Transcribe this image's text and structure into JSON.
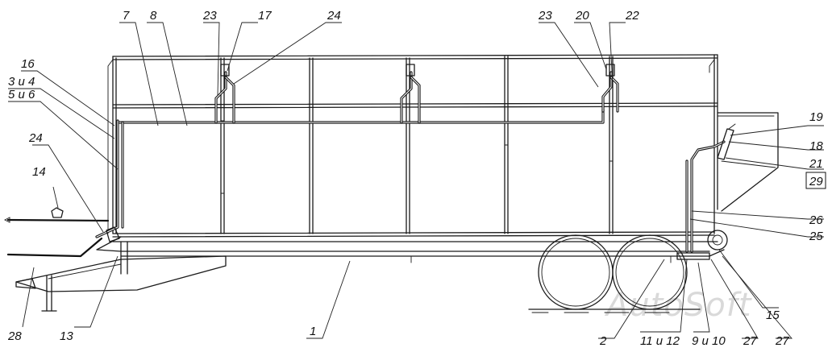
{
  "watermark": "AutoSoft",
  "callouts": {
    "c7": "7",
    "c8": "8",
    "c23a": "23",
    "c17": "17",
    "c24a": "24",
    "c23b": "23",
    "c20": "20",
    "c22": "22",
    "c16": "16",
    "c3i4": "3 и 4",
    "c5i6": "5 и 6",
    "c24b": "24",
    "c14": "14",
    "c19": "19",
    "c18": "18",
    "c21": "21",
    "c29": "29",
    "c26": "26",
    "c25": "25",
    "c15": "15",
    "c28": "28",
    "c13": "13",
    "c1": "1",
    "c2": "2",
    "c11i12": "11 и 12",
    "c9i10": "9 и 10",
    "c27a": "27",
    "c27b": "27"
  }
}
